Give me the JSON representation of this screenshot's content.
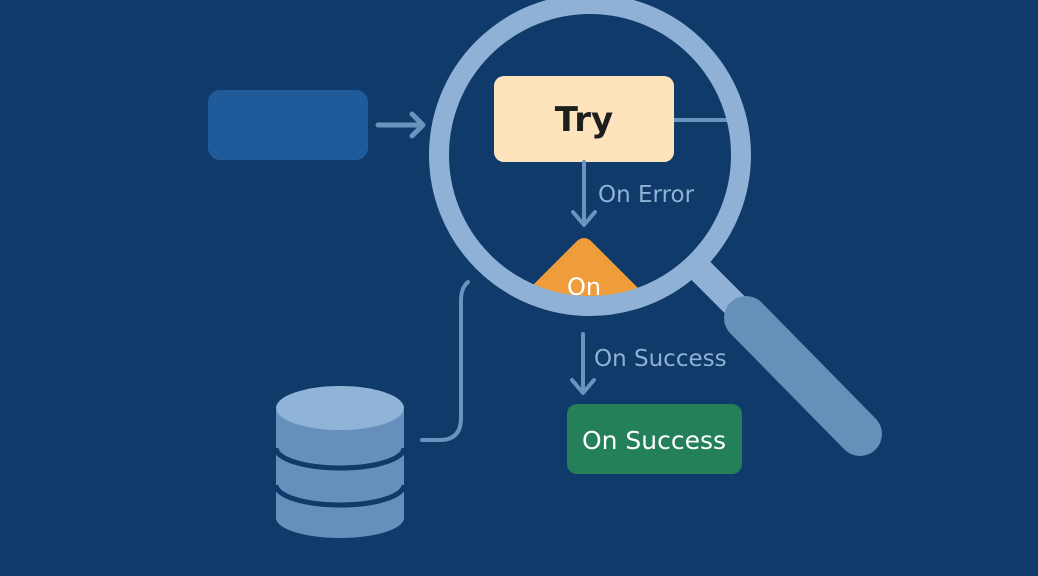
{
  "diagram": {
    "title": "Try / On Error / On Success flow under magnifying glass",
    "colors": {
      "background": "#0f3a69",
      "input_block": "#1f5b9b",
      "connector": "#6a93bd",
      "lens_ring": "#8fb1d5",
      "handle": "#6690b9",
      "try_block": "#fde4bd",
      "try_text": "#1e1e1e",
      "error_node": "#ef9c3a",
      "success_node": "#238059",
      "label_text": "#8fb1d5",
      "db_top": "#8fb4d7",
      "db_body": "#6690bb"
    },
    "nodes": {
      "input": {
        "label": ""
      },
      "try": {
        "label": "Try"
      },
      "on_error_node": {
        "label": "On"
      },
      "on_success_node": {
        "label": "On Success"
      },
      "database": {
        "label": ""
      }
    },
    "edges": {
      "on_error": {
        "label": "On Error"
      },
      "on_success": {
        "label": "On Success"
      }
    },
    "icons": {
      "magnifier": "magnifying-glass-icon",
      "database": "database-icon",
      "arrow": "arrow-icon"
    }
  }
}
